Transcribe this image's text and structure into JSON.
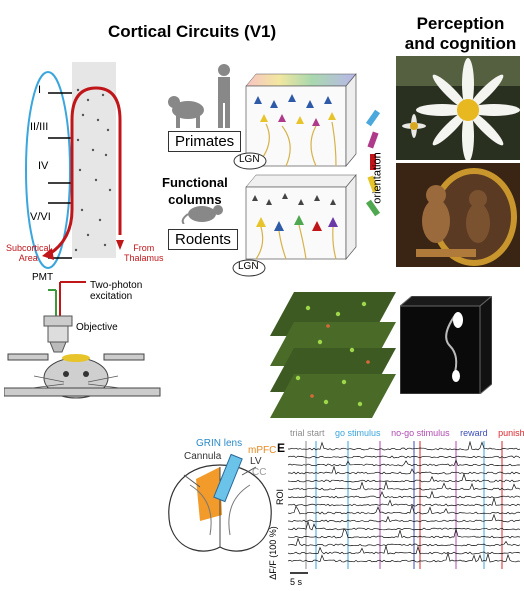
{
  "header": {
    "title": "Cortical Circuits (V1)",
    "perception_title_line1": "Perception",
    "perception_title_line2": "and cognition"
  },
  "cortex": {
    "layers": [
      "I",
      "II/III",
      "IV",
      "V/VI"
    ],
    "subcortical_line1": "Subcortical",
    "subcortical_line2": "Area",
    "thalamus_line1": "From",
    "thalamus_line2": "Thalamus"
  },
  "columns": {
    "primates_label": "Primates",
    "rodents_label": "Rodents",
    "functional_line1": "Functional",
    "functional_line2": "columns",
    "lgn_label": "LGN",
    "orientation_label": "orientation"
  },
  "imaging": {
    "pmt_label": "PMT",
    "two_photon_line1": "Two-photon",
    "two_photon_line2": "excitation",
    "objective_label": "Objective"
  },
  "grin": {
    "grin_lens_label": "GRIN lens",
    "cannula_label": "Cannula",
    "mpfc_label": "mPFC",
    "lv_label": "LV",
    "cc_label": "CC"
  },
  "traces": {
    "panel_letter": "E",
    "legend": [
      {
        "label": "trial start",
        "color": "#8c8c8c"
      },
      {
        "label": "go stimulus",
        "color": "#3aa6dd"
      },
      {
        "label": "no-go stimulus",
        "color": "#b04ab0"
      },
      {
        "label": "reward",
        "color": "#3b4fb8"
      },
      {
        "label": "punishment",
        "color": "#d8262b"
      }
    ],
    "roi_label": "ROI",
    "dff_label": "ΔF/F (100 %)",
    "time_label": "5 s"
  }
}
